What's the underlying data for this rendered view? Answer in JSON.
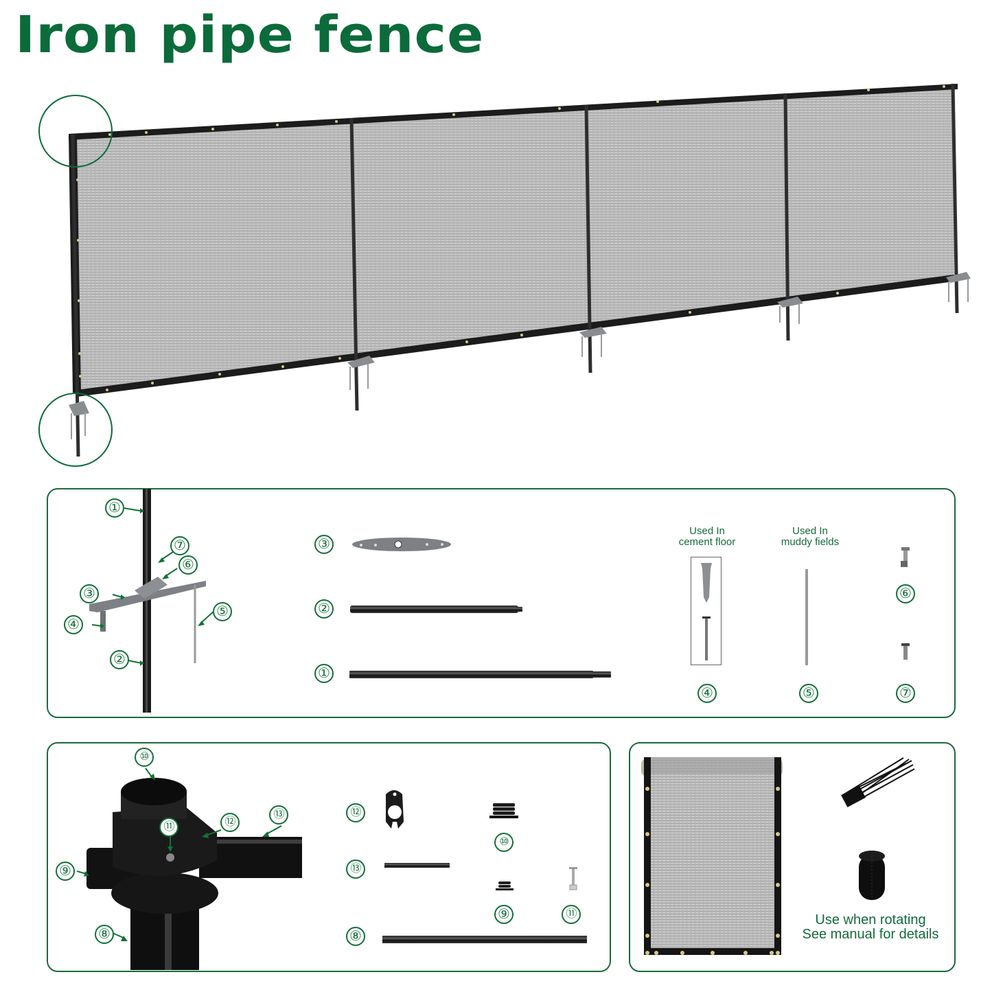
{
  "title": "Iron pipe fence",
  "colors": {
    "brand_green": "#0b6b3a",
    "label_green": "#137038",
    "fabric_gray": "#b9b9b9",
    "frame_black": "#1c1c1c",
    "bracket_gray": "#7d8084"
  },
  "hero": {
    "image": "assembled-fence-four-panels",
    "highlight_circles": [
      "top-left-corner",
      "bottom-left-base"
    ]
  },
  "panel1": {
    "diagram_labels": [
      "①",
      "⑦",
      "⑥",
      "③",
      "⑤",
      "④",
      "②"
    ],
    "parts": [
      {
        "num": "③",
        "name": "base-bracket"
      },
      {
        "num": "②",
        "name": "lower-pole"
      },
      {
        "num": "①",
        "name": "upper-pole"
      }
    ],
    "captions": {
      "cement": "Used In\ncement floor",
      "cement_line1": "Used In",
      "cement_line2": "cement floor",
      "muddy_line1": "Used In",
      "muddy_line2": "muddy fields"
    },
    "small_parts": [
      {
        "num": "④",
        "name": "anchor-and-screw"
      },
      {
        "num": "⑤",
        "name": "ground-spike"
      },
      {
        "num": "⑥",
        "name": "bolt"
      },
      {
        "num": "⑦",
        "name": "screw"
      }
    ]
  },
  "panel2": {
    "diagram_labels": [
      "⑩",
      "⑪",
      "⑫",
      "⑬",
      "⑨",
      "⑧"
    ],
    "parts": [
      {
        "num": "⑫",
        "name": "clamp"
      },
      {
        "num": "⑩",
        "name": "large-end-cap"
      },
      {
        "num": "⑬",
        "name": "short-rail"
      },
      {
        "num": "⑨",
        "name": "small-end-cap"
      },
      {
        "num": "⑪",
        "name": "bolt"
      },
      {
        "num": "⑧",
        "name": "long-pole"
      }
    ]
  },
  "panel3": {
    "items": [
      "privacy-screen-roll",
      "cable-ties",
      "connector-sleeve"
    ],
    "note_line1": "Use when rotating",
    "note_line2": "See manual for details"
  }
}
